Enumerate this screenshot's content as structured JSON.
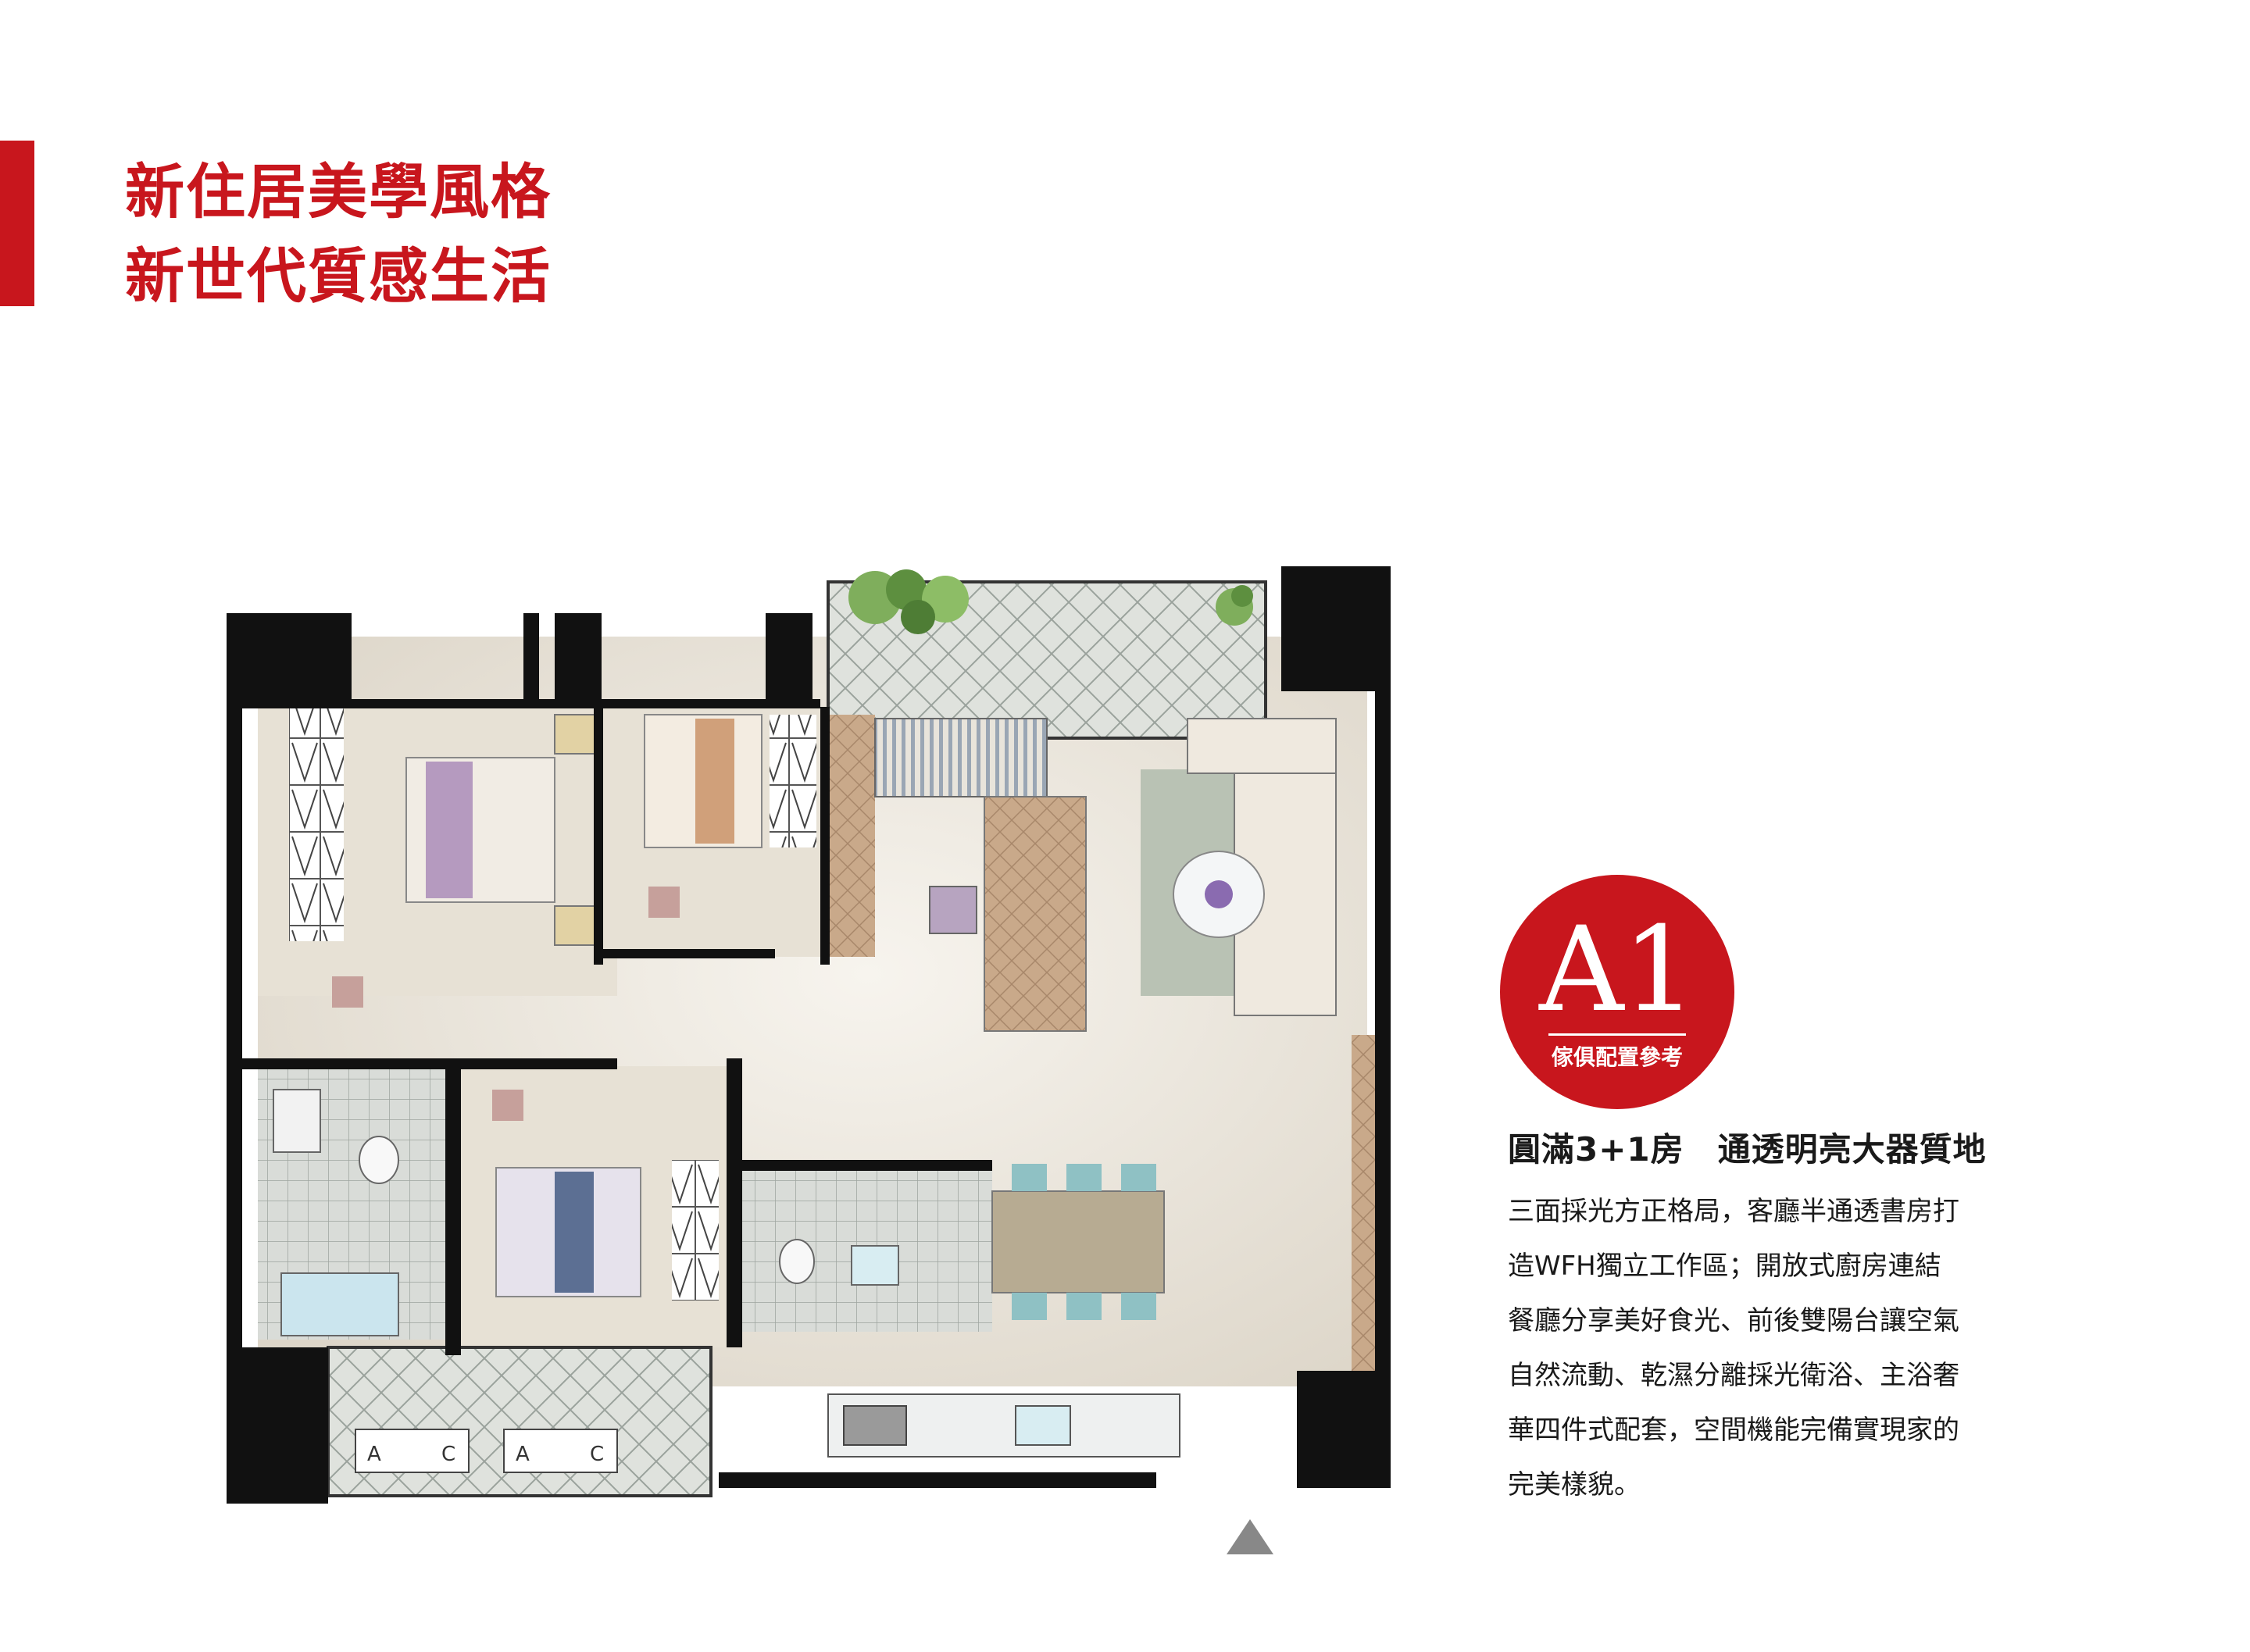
{
  "header": {
    "line1": "新住居美學風格",
    "line2": "新世代質感生活"
  },
  "badge": {
    "unit": "A1",
    "subtitle": "傢俱配置參考"
  },
  "description": {
    "title": "圓滿3+1房　通透明亮大器質地",
    "lines": [
      "三面採光方正格局，客廳半通透書房打",
      "造WFH獨立工作區；開放式廚房連結",
      "餐廳分享美好食光、前後雙陽台讓空氣",
      "自然流動、乾濕分離採光衛浴、主浴奢",
      "華四件式配套，空間機能完備實現家的",
      "完美樣貌。"
    ]
  },
  "floorplan": {
    "balcony_labels": [
      "A",
      "C",
      "A",
      "C"
    ]
  },
  "colors": {
    "accent": "#c8161d",
    "wall": "#111111",
    "floor": "#e9e3d8",
    "wood": "#c9a98a",
    "tile": "#dfe3de",
    "text": "#1a1a1a"
  }
}
